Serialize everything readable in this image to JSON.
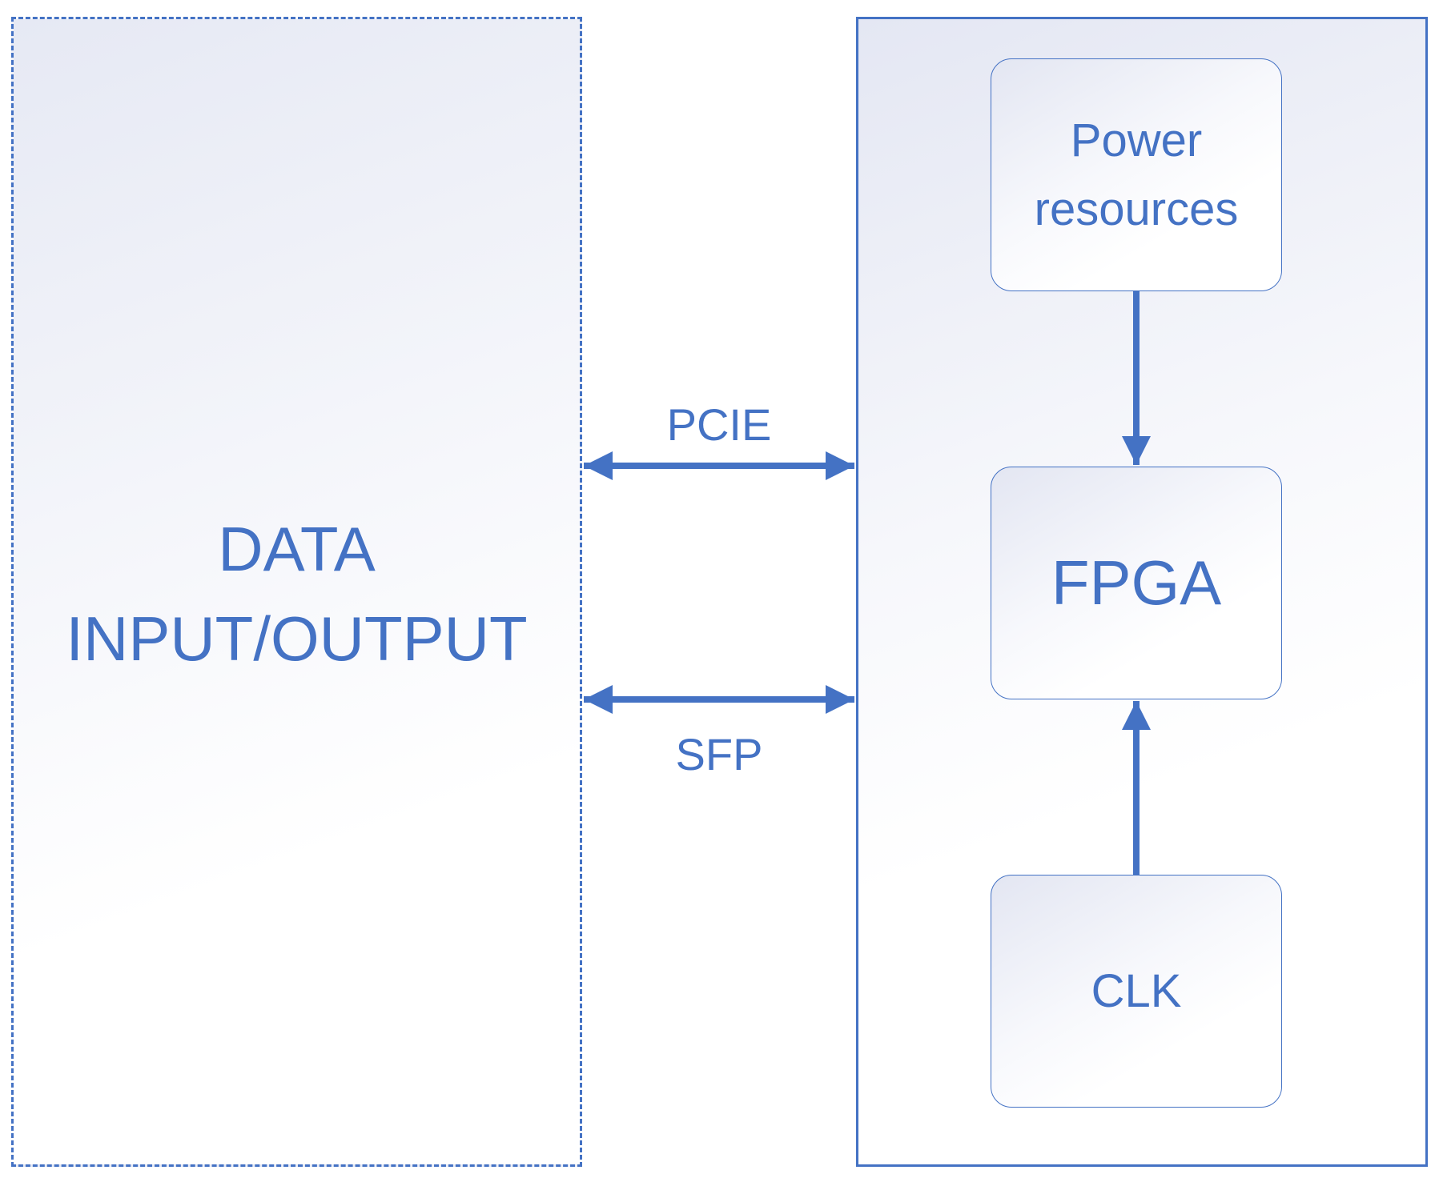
{
  "left_block": {
    "title_line1": "DATA",
    "title_line2": "INPUT/OUTPUT"
  },
  "right_block": {
    "power_line1": "Power",
    "power_line2": "resources",
    "fpga": "FPGA",
    "clk": "CLK"
  },
  "links": {
    "pcie": "PCIE",
    "sfp": "SFP"
  },
  "colors": {
    "accent": "#4472c4",
    "panel_tint": "#e4e7f3"
  }
}
